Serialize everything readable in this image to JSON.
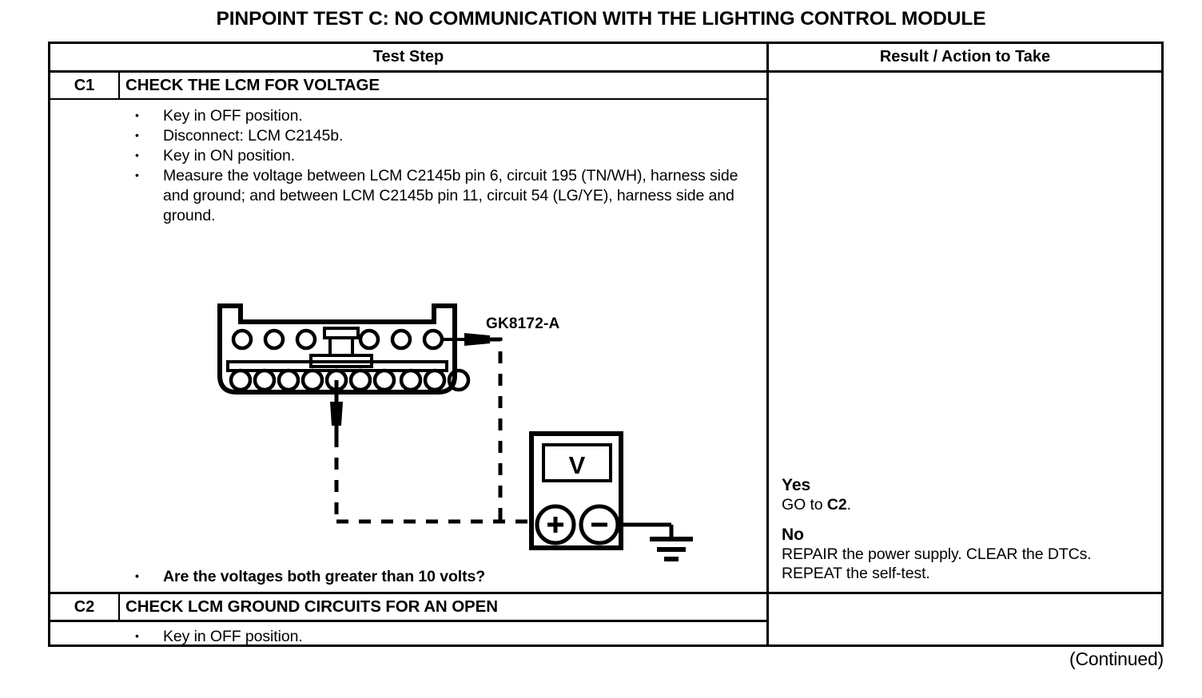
{
  "title": "PINPOINT TEST  C: NO COMMUNICATION WITH THE LIGHTING CONTROL MODULE",
  "table": {
    "headers": {
      "test_step": "Test Step",
      "result_action": "Result / Action to Take"
    },
    "steps": [
      {
        "code": "C1",
        "heading": "CHECK THE LCM FOR VOLTAGE",
        "bullets": [
          "Key in OFF position.",
          "Disconnect: LCM C2145b.",
          "Key in ON position.",
          "Measure the voltage between LCM C2145b pin 6, circuit 195 (TN/WH), harness side and ground; and between LCM C2145b pin 11, circuit 54 (LG/YE), harness side and ground."
        ],
        "question": "Are the voltages both greater than 10 volts?",
        "figure": {
          "caption": "GK8172-A",
          "meter_symbol": "V",
          "terminal_positive": "+",
          "terminal_negative": "−",
          "top_row_pins": 6,
          "bottom_row_pins": 10
        },
        "result": {
          "yes_label": "Yes",
          "yes_text_prefix": "GO to ",
          "yes_text_target": "C2",
          "yes_text_suffix": ".",
          "no_label": "No",
          "no_text": "REPAIR the power supply. CLEAR the DTCs. REPEAT the self-test."
        }
      },
      {
        "code": "C2",
        "heading": "CHECK LCM GROUND CIRCUITS FOR AN OPEN",
        "bullets": [
          "Key in OFF position."
        ]
      }
    ]
  },
  "footer": {
    "continued": "(Continued)"
  }
}
